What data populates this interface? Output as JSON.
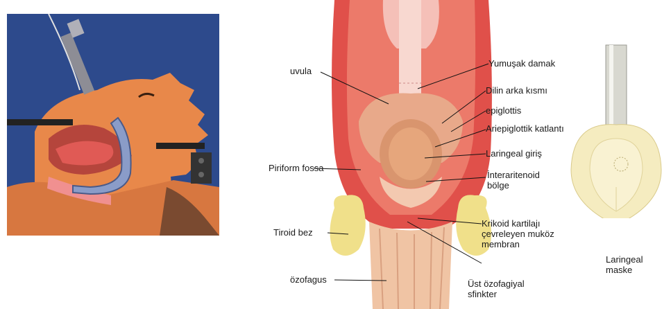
{
  "figure": {
    "left_panel": {
      "description_icon": "intubation-scene"
    },
    "middle_panel": {
      "labels": {
        "uvula": "uvula",
        "soft_palate": "Yumuşak damak",
        "tongue_back": "Dilin arka kısmı",
        "epiglottis": "epiglottis",
        "aryepiglottic_fold": "Ariepiglottik katlantı",
        "laryngeal_inlet": "Laringeal giriş",
        "piriform_fossa": "Piriform fossa",
        "interarytenoid": "İnteraritenoid\nbölge",
        "thyroid_gland": "Tiroid bez",
        "cricoid": "Krikoid kartilajı\nçevreleyen muköz\nmembran",
        "esophagus": "özofagus",
        "upper_esophageal_sphincter": "Üst özofagiyal\nsfinkter"
      }
    },
    "right_panel": {
      "label": "Laringeal\nmaske"
    }
  },
  "colors": {
    "left_bg": "#2d4a8c",
    "skin": "#e8884a",
    "tissue_red": "#e0504a",
    "tissue_light": "#f2b0a0",
    "thyroid": "#f0e08a",
    "mask": "#f5ecc0"
  }
}
